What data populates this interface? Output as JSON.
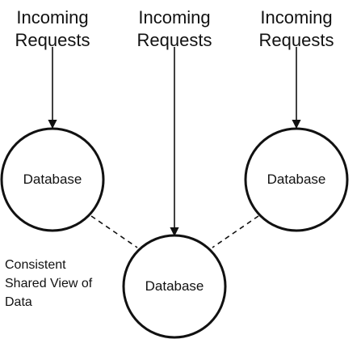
{
  "requests": [
    {
      "label_line1": "Incoming",
      "label_line2": "Requests"
    },
    {
      "label_line1": "Incoming",
      "label_line2": "Requests"
    },
    {
      "label_line1": "Incoming",
      "label_line2": "Requests"
    }
  ],
  "databases": [
    {
      "label": "Database"
    },
    {
      "label": "Database"
    },
    {
      "label": "Database"
    }
  ],
  "note": {
    "line1": "Consistent",
    "line2": "Shared View of",
    "line3": "Data"
  },
  "colors": {
    "stroke": "#111111",
    "background": "#ffffff"
  }
}
